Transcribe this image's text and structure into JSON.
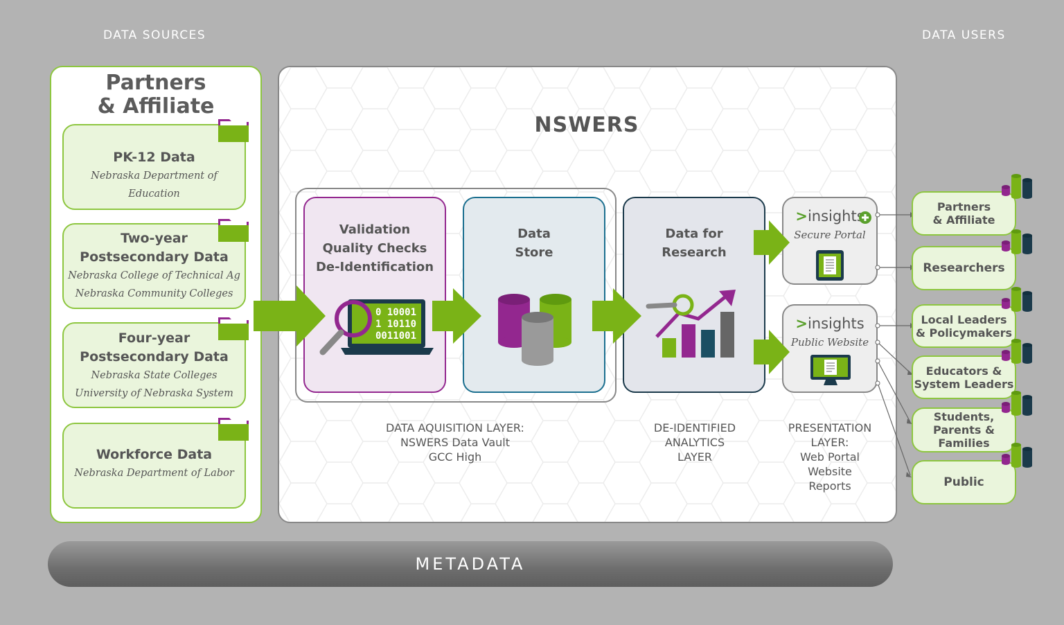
{
  "headers": {
    "left": "DATA SOURCES",
    "right": "DATA USERS"
  },
  "sources": {
    "title_line1": "Partners",
    "title_line2": "& Affiliate",
    "items": [
      {
        "title": "PK-12 Data",
        "subs": [
          "Nebraska Department of Education"
        ]
      },
      {
        "title_lines": [
          "Two-year",
          "Postsecondary Data"
        ],
        "subs": [
          "Nebraska College of Technical Ag",
          "Nebraska Community Colleges"
        ]
      },
      {
        "title_lines": [
          "Four-year",
          "Postsecondary Data"
        ],
        "subs": [
          "Nebraska State Colleges",
          "University of Nebraska System"
        ]
      },
      {
        "title": "Workforce Data",
        "subs": [
          "Nebraska Department of Labor"
        ]
      }
    ]
  },
  "nswers": {
    "title": "NSWERS",
    "stages": [
      {
        "lines": [
          "Validation",
          "Quality Checks",
          "De-Identification"
        ]
      },
      {
        "lines": [
          "Data",
          "Store"
        ]
      },
      {
        "lines": [
          "Data for",
          "Research"
        ]
      }
    ],
    "binary": [
      "0  10001",
      "1  10110",
      "0011001"
    ],
    "layers": [
      {
        "lines": [
          "DATA AQUISITION LAYER:",
          "NSWERS Data Vault",
          "GCC High"
        ]
      },
      {
        "lines": [
          "DE-IDENTIFIED",
          "ANALYTICS",
          "LAYER"
        ]
      },
      {
        "lines": [
          "PRESENTATION",
          "LAYER:",
          "Web Portal",
          "Website",
          "Reports"
        ]
      }
    ]
  },
  "portals": [
    {
      "gt": ">",
      "name": "insights",
      "sub": "Secure Portal"
    },
    {
      "gt": ">",
      "name": "insights",
      "sub": "Public Website"
    }
  ],
  "users": [
    {
      "lines": [
        "Partners",
        "& Affiliate"
      ]
    },
    {
      "lines": [
        "Researchers"
      ]
    },
    {
      "lines": [
        "Local Leaders",
        "& Policymakers"
      ]
    },
    {
      "lines": [
        "Educators &",
        "System Leaders"
      ]
    },
    {
      "lines": [
        "Students,",
        "Parents &",
        "Families"
      ]
    },
    {
      "lines": [
        "Public"
      ]
    }
  ],
  "metadata": "METADATA",
  "colors": {
    "green": "#8dc63f",
    "arrow_green": "#7ab317",
    "purple": "#93278f",
    "teal": "#1b4f63",
    "gray": "#b3b3b3"
  }
}
